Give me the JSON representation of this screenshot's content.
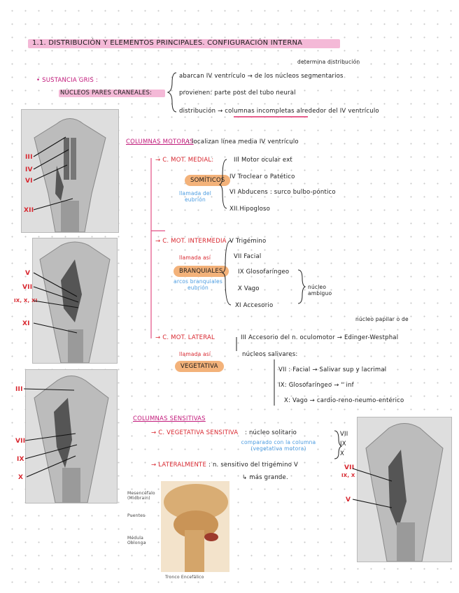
{
  "title": {
    "number": "1.1.",
    "text": "DISTRIBUCIÓN Y ELEMENTOS PRINCIPALES. CONFIGURACIÓN INTERNA"
  },
  "note_top": "determina distribución",
  "sustancia_gris": {
    "label": "• SUSTANCIA GRIS :",
    "nucleos_label": "NÚCLEOS PARES CRANEALES:",
    "items": [
      "abarcan IV ventrículo → de los núcleos segmentarios",
      "provienen: parte post del tubo neural",
      "distribución → columnas incompletas alrededor del IV ventrículo"
    ]
  },
  "columnas_motoras": {
    "label": "COLUMNAS MOTORAS",
    "desc": ": localizan línea media IV ventrículo",
    "medial": {
      "label": "→ C. MOT. MEDIAL:",
      "group": "SOMÍTICOS",
      "note": "llamada del eubrión",
      "items": [
        "III Motor ocular ext",
        "IV Troclear o Patético",
        "VI Abducens : surco bulbo-póntico",
        "XII Hipogloso"
      ]
    },
    "intermedia": {
      "label": "→ C. MOT. INTERMEDIA",
      "group_note": "llamada así",
      "group": "BRANQUIALES",
      "note": "arcos branquiales eubrión",
      "items": [
        "V Trigémino",
        "VII Facial",
        "IX Glosofaríngeo",
        "X Vago",
        "XI Accesorio"
      ],
      "bracket": "núcleo ambiguo"
    },
    "lateral": {
      "label": "→ C. MOT. LATERAL",
      "group_note": "llamada así",
      "group": "VEGETATIVA",
      "line1": "III Accesorio del n. oculomotor → Edinger-Westphal",
      "line1_note": "núcleo papilar o de",
      "salivares": "núcleos salivares:",
      "items": [
        "VII : Facial → Salivar sup y lacrimal",
        "IX: Glosofaríngeo → \" inf",
        "X: Vago → cardio-reno-neumo-entérico"
      ]
    }
  },
  "columnas_sensitivas": {
    "label": "COLUMNAS SENSITIVAS",
    "vegetativa": {
      "label": "→ C. VEGETATIVA SENSITIVA",
      "desc": ": núcleo solitario",
      "note": "comparado con la columna (vegetativa motora)",
      "items": [
        "VII",
        "IX",
        "X"
      ]
    },
    "lateral": {
      "label": "→ LATERALMENTE",
      "desc": ": n. sensitivo del trigémino V",
      "desc2": "↳ más grande."
    }
  },
  "photo_labels": {
    "p1": [
      "III",
      "IV",
      "VI",
      "XII"
    ],
    "p2": [
      "V",
      "VII",
      "IX, X, XI",
      "XI"
    ],
    "p3": [
      "III",
      "VII",
      "IX",
      "X"
    ],
    "p4": [
      "VII",
      "IX, X",
      "V"
    ]
  },
  "diagram_labels": {
    "mesencefalo": "Mesencéfalo (Midbrain)",
    "puentes": "Puentes",
    "medula": "Médula Oblonga",
    "tronco": "Tronco Encefálico"
  },
  "colors": {
    "magenta": "#c2187a",
    "red": "#d8262e",
    "blue": "#4a9be0",
    "orange": "#f3b27a",
    "pink": "#f6c5df"
  }
}
